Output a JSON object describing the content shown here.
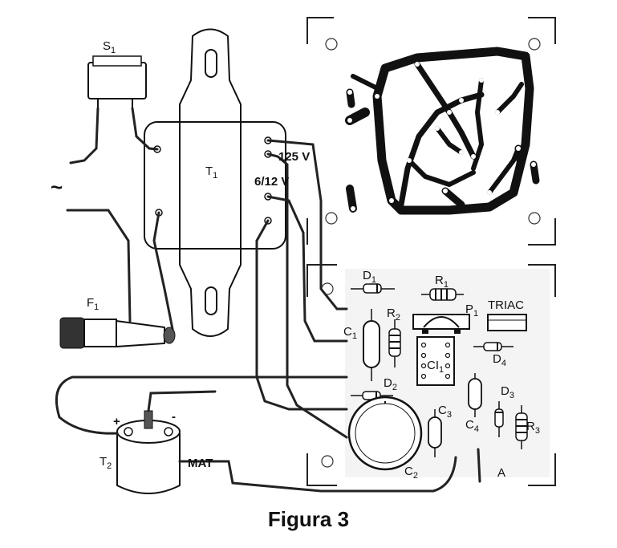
{
  "figure": {
    "caption": "Figura 3"
  },
  "labels": {
    "switch": {
      "base": "S",
      "sub": "1"
    },
    "transformer": {
      "base": "T",
      "sub": "1"
    },
    "fuse": {
      "base": "F",
      "sub": "1"
    },
    "motor": {
      "base": "T",
      "sub": "2"
    },
    "motor_tag": "MAT",
    "ac_symbol": "~",
    "tap_high": "125 V",
    "tap_low": "6/12 V",
    "plus": "+",
    "minus": "-",
    "d1": {
      "base": "D",
      "sub": "1"
    },
    "r1": {
      "base": "R",
      "sub": "1"
    },
    "r2": {
      "base": "R",
      "sub": "2"
    },
    "c1": {
      "base": "C",
      "sub": "1"
    },
    "p1": {
      "base": "P",
      "sub": "1"
    },
    "triac": "TRIAC",
    "ci1": {
      "base": "CI",
      "sub": "1"
    },
    "d2": {
      "base": "D",
      "sub": "2"
    },
    "d3": {
      "base": "D",
      "sub": "3"
    },
    "d4": {
      "base": "D",
      "sub": "4"
    },
    "c2": {
      "base": "C",
      "sub": "2"
    },
    "c3": {
      "base": "C",
      "sub": "3"
    },
    "c4": {
      "base": "C",
      "sub": "4"
    },
    "r3": {
      "base": "R",
      "sub": "3"
    },
    "point_a": "A"
  }
}
